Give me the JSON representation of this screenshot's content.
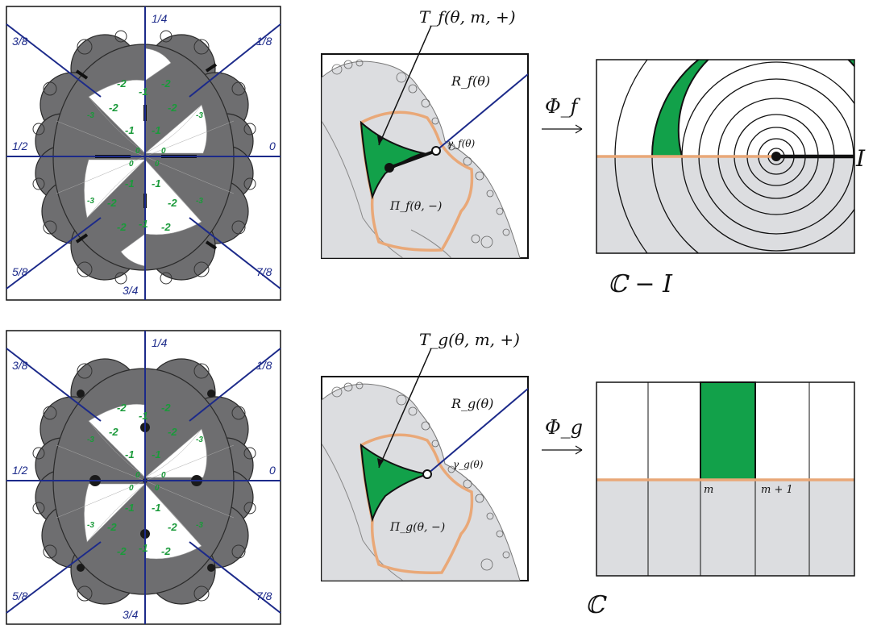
{
  "colors": {
    "ray": "#1c2a8a",
    "green": "#12a14a",
    "orange": "#e9a878",
    "dark_gray": "#6e6e70",
    "light_gray": "#dcdde0",
    "level_number": "#1a9a3a"
  },
  "angle_labels": {
    "quarter": "1/4",
    "eighth": "1/8",
    "three_eighths": "3/8",
    "half": "1/2",
    "zero": "0",
    "five_eighths": "5/8",
    "three_quarters": "3/4",
    "seven_eighths": "7/8"
  },
  "level_numbers": {
    "minus2": "-2",
    "minus1": "-1",
    "minus3": "-3",
    "zero": "0"
  },
  "top_row": {
    "tile_label": "T_f(θ, m, +)",
    "ray_label": "R_f(θ)",
    "gamma_label": "γ_f(θ)",
    "pi_label": "Π_f(θ, −)",
    "map_label": "Φ_f",
    "domain_label": "ℂ − I",
    "cut_label": "I"
  },
  "bottom_row": {
    "tile_label": "T_g(θ, m, +)",
    "ray_label": "R_g(θ)",
    "gamma_label": "γ_g(θ)",
    "pi_label": "Π_g(θ, −)",
    "map_label": "Φ_g",
    "domain_label": "ℂ",
    "m_label": "m",
    "m_plus_label": "m + 1"
  }
}
